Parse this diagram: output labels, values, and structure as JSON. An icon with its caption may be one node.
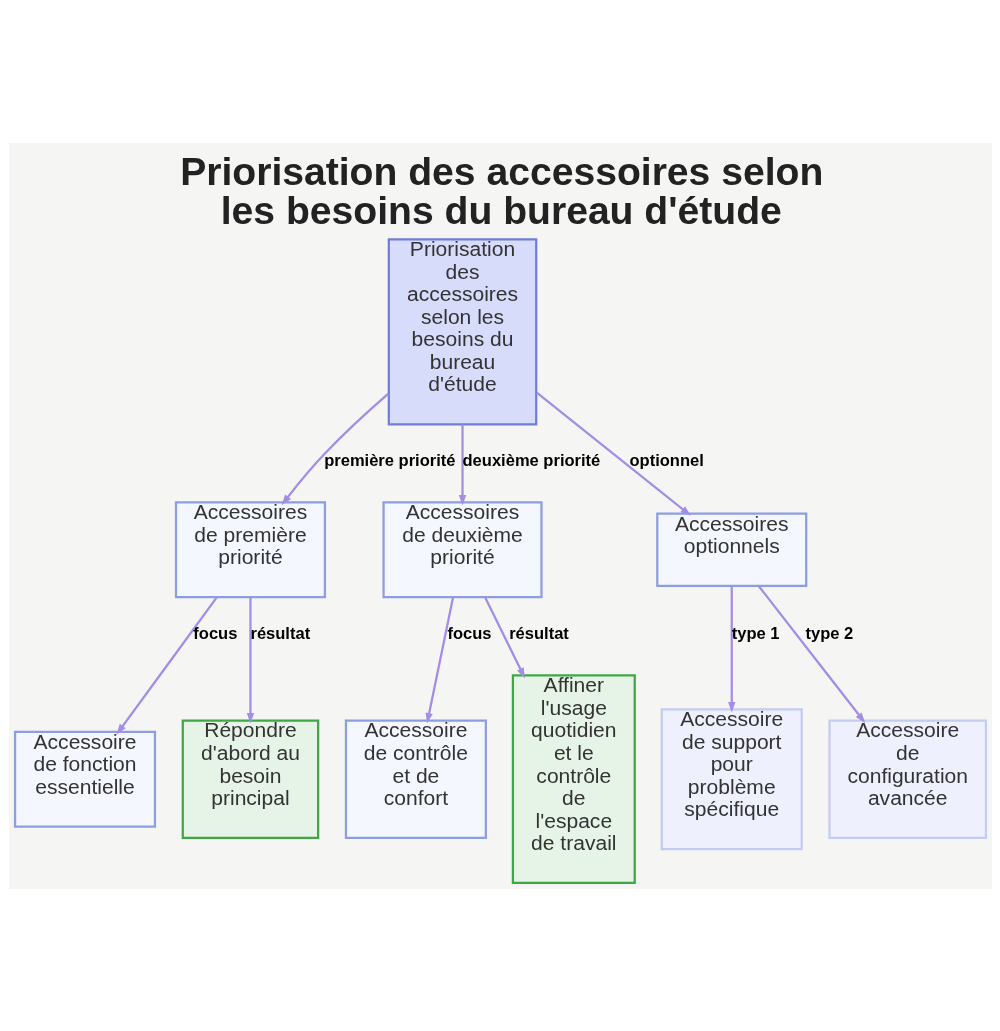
{
  "diagram": {
    "title": "Priorisation des accessoires selon les besoins du bureau d'étude",
    "nodes": [
      {
        "text": [
          "Priorisation des accessoires selon les besoins du bureau d'étude"
        ]
      },
      {
        "text": [
          "Accessoires de première priorité"
        ]
      },
      {
        "text": [
          "Accessoires de deuxième priorité"
        ]
      },
      {
        "text": [
          "Accessoires optionnels"
        ]
      },
      {
        "text": [
          "Accessoire de fonction essentielle"
        ]
      },
      {
        "text": [
          "Répondre d'abord au besoin principal"
        ]
      },
      {
        "text": [
          "Accessoire de contrôle et de confort"
        ]
      },
      {
        "text": [
          "Affiner l'usage quotidien et le contrôle de l'espace de travail"
        ]
      },
      {
        "text": [
          "Accessoire de support pour problème spécifique"
        ]
      },
      {
        "text": [
          "Accessoire de configuration avancée"
        ]
      }
    ],
    "edges": [
      {
        "from": 0,
        "to": 1,
        "arrow": "to",
        "label": "première priorité"
      },
      {
        "from": 0,
        "to": 2,
        "arrow": "to",
        "label": "deuxième priorité"
      },
      {
        "from": 0,
        "to": 3,
        "arrow": "to",
        "label": "optionnel"
      },
      {
        "from": 1,
        "to": 4,
        "arrow": "to",
        "label": "focus"
      },
      {
        "from": 1,
        "to": 5,
        "arrow": "to",
        "label": "résultat"
      },
      {
        "from": 2,
        "to": 6,
        "arrow": "to",
        "label": "focus"
      },
      {
        "from": 2,
        "to": 7,
        "arrow": "to",
        "label": "résultat"
      },
      {
        "from": 3,
        "to": 8,
        "arrow": "to",
        "label": "type 1"
      },
      {
        "from": 3,
        "to": 9,
        "arrow": "to",
        "label": "type 2"
      }
    ]
  }
}
